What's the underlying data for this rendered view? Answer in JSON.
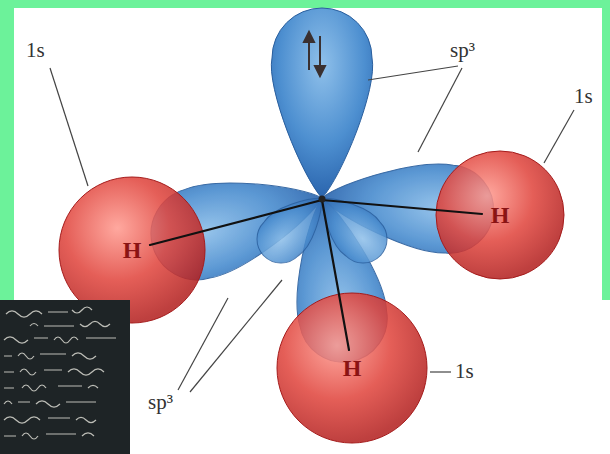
{
  "diagram": {
    "nodes": [
      {
        "text": [
          "H"
        ]
      },
      {
        "text": [
          "H"
        ]
      },
      {
        "text": [
          "H"
        ]
      }
    ],
    "labels": [
      "1s",
      "sp³",
      "1s",
      "1s",
      "sp³"
    ]
  }
}
